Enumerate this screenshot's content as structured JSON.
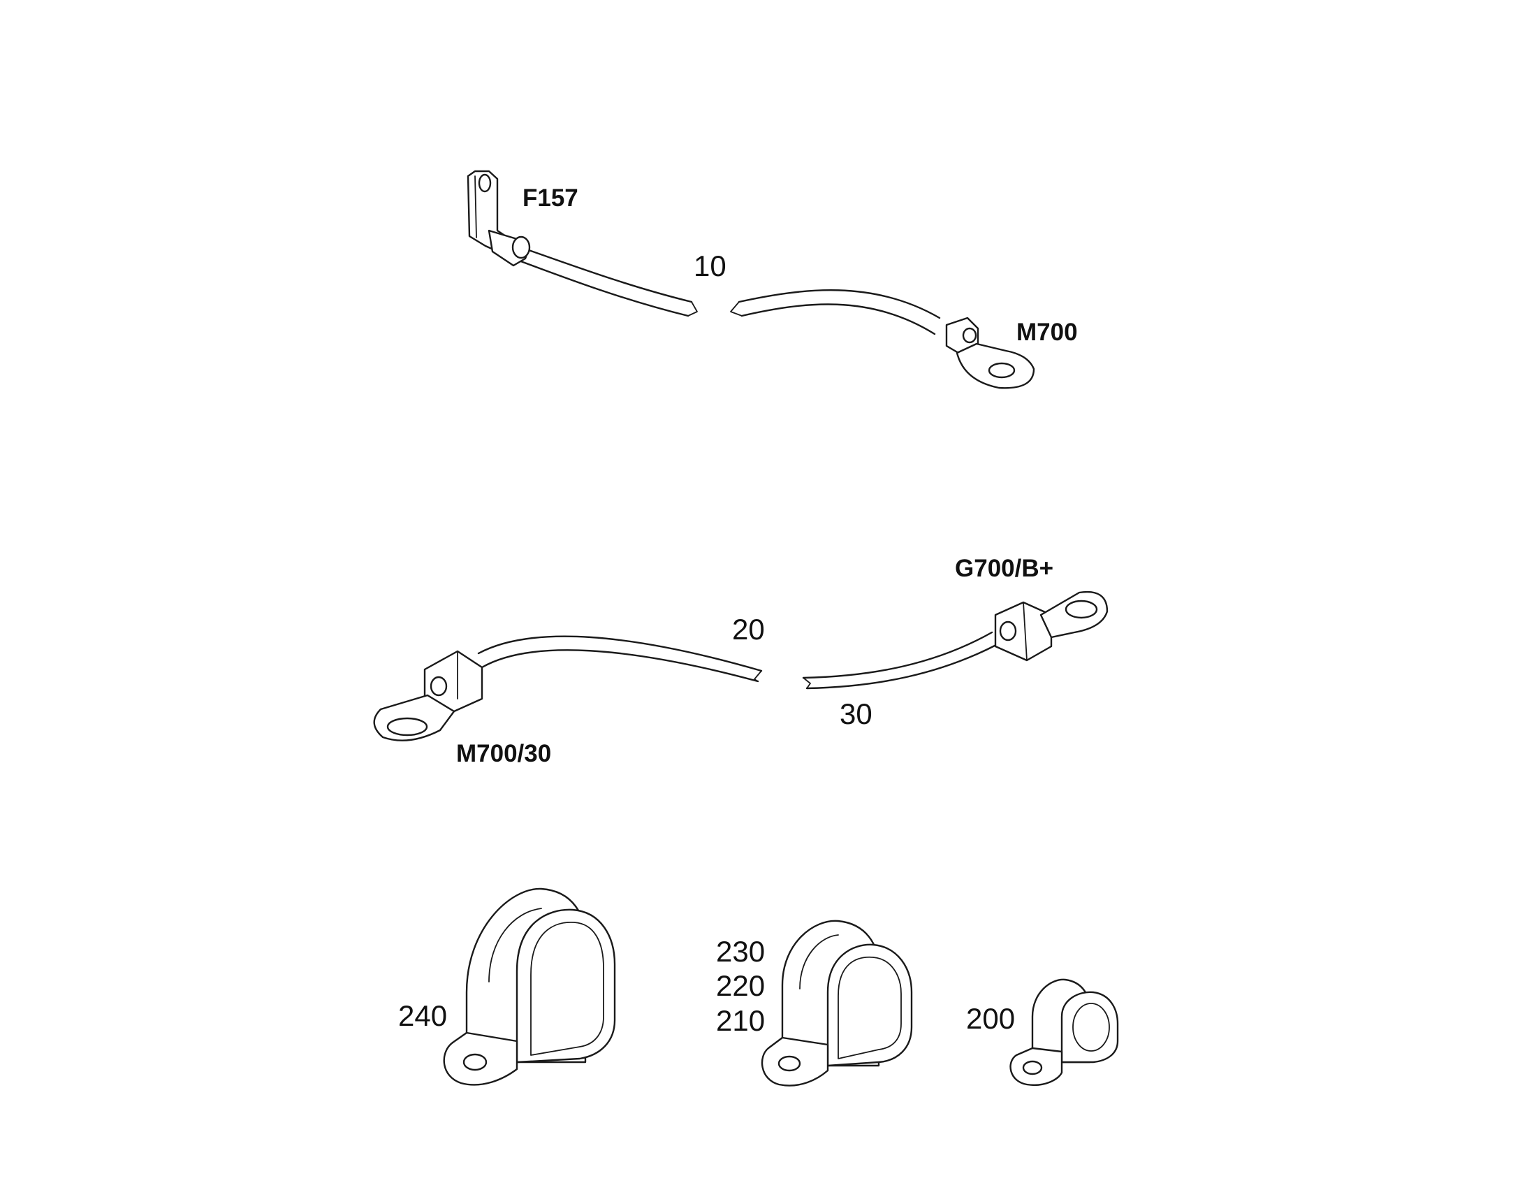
{
  "callouts": {
    "f157": "F157",
    "m700": "M700",
    "g700": "G700/B+",
    "m700_30": "M700/30",
    "n10": "10",
    "n20": "20",
    "n30": "30",
    "n230": "230",
    "n220": "220",
    "n210": "210",
    "n240": "240",
    "n200": "200"
  },
  "colors": {
    "line": "#1a1a1a",
    "background": "#ffffff"
  }
}
